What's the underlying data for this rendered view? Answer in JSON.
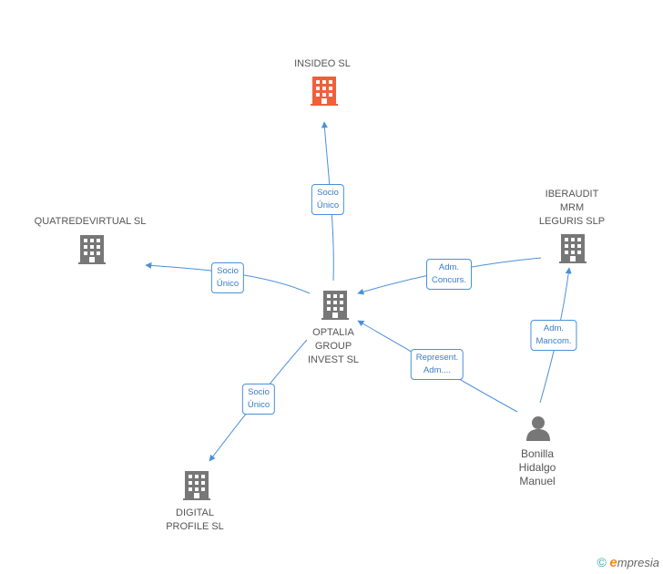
{
  "nodes": {
    "insideo": {
      "label": [
        "INSIDEO SL"
      ],
      "color": "#f0603a"
    },
    "quatre": {
      "label": [
        "QUATREDEVIRTUAL SL"
      ],
      "color": "#777777"
    },
    "iberaudit": {
      "label": [
        "IBERAUDIT",
        "MRM",
        "LEGURIS SLP"
      ],
      "color": "#777777"
    },
    "optalia": {
      "label": [
        "OPTALIA",
        "GROUP",
        "INVEST SL"
      ],
      "color": "#777777"
    },
    "digital": {
      "label": [
        "DIGITAL",
        "PROFILE SL"
      ],
      "color": "#777777"
    },
    "bonilla": {
      "label": [
        "Bonilla",
        "Hidalgo",
        "Manuel"
      ],
      "color": "#777777"
    }
  },
  "edges": {
    "e1": {
      "label": [
        "Socio",
        "Único"
      ]
    },
    "e2": {
      "label": [
        "Socio",
        "Único"
      ]
    },
    "e3": {
      "label": [
        "Adm.",
        "Concurs."
      ]
    },
    "e4": {
      "label": [
        "Socio",
        "Único"
      ]
    },
    "e5": {
      "label": [
        "Represent.",
        "Adm...."
      ]
    },
    "e6": {
      "label": [
        "Adm.",
        "Mancom."
      ]
    }
  },
  "edge_color": "#4a90d9",
  "footer": {
    "copyright": "©",
    "brand_e": "e",
    "brand_rest": "mpresia"
  }
}
